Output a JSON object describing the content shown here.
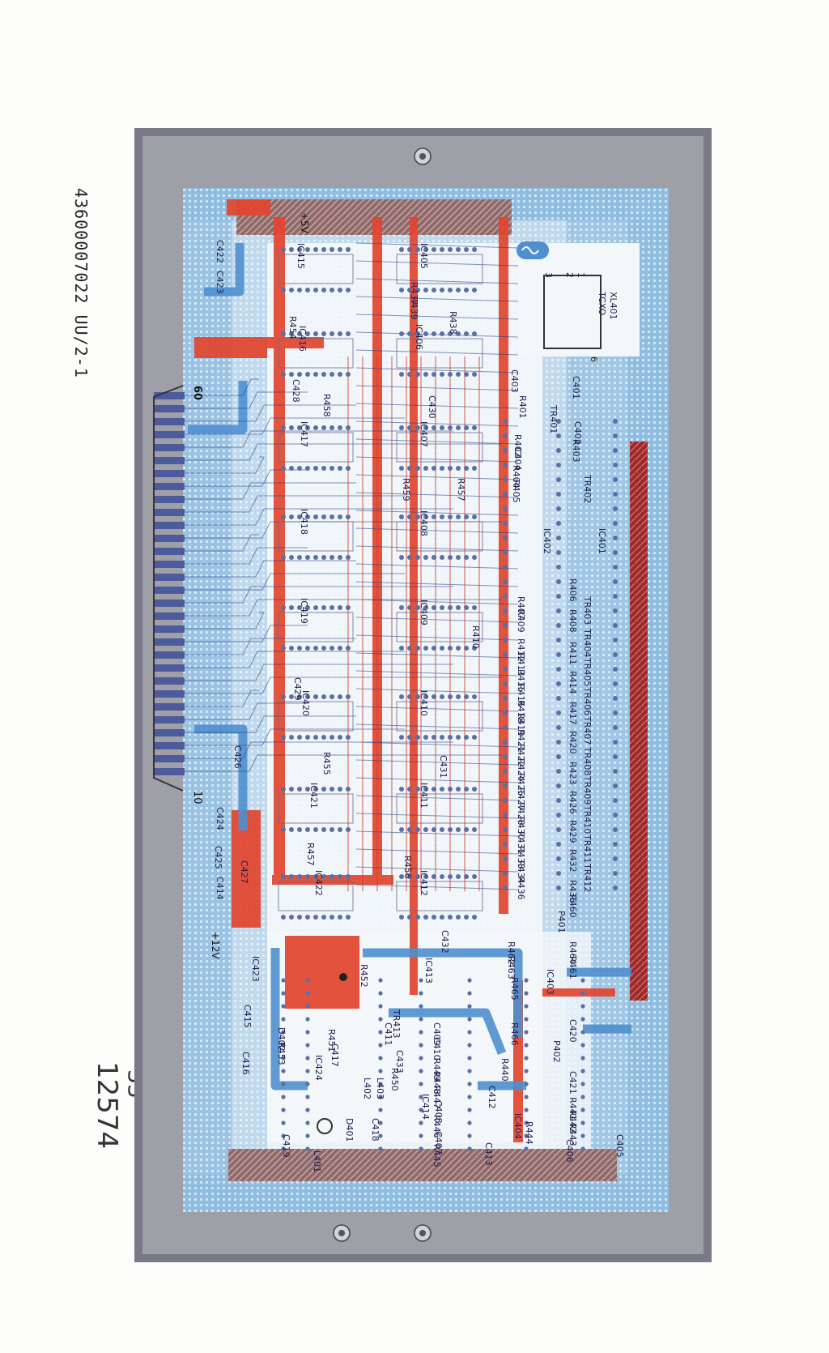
{
  "page": {
    "doc_code": "43600007022 UU/2-1",
    "page_number": "33",
    "catalog_number": "12574"
  },
  "colors": {
    "frame": "#7a7a86",
    "board_edge": "#a9a9b2",
    "mesh_blue": "#86b6dc",
    "copper_red": "#e2452e",
    "trace_blue": "#4f8fd0",
    "silk": "#6a6a8a",
    "pad": "#5b6fa3",
    "hatch": "#8a5a5a"
  },
  "board": {
    "rails": [
      "+5V",
      "+12V"
    ],
    "tcxo_pins": [
      "1",
      "2",
      "3",
      "6"
    ],
    "connector_labels": [
      "60",
      "10"
    ],
    "rotated_labels": [
      {
        "id": "ic415",
        "text": "IC415"
      },
      {
        "id": "ic405",
        "text": "IC405"
      },
      {
        "id": "c422",
        "text": "C422"
      },
      {
        "id": "c423",
        "text": "C423"
      },
      {
        "id": "r437",
        "text": "R437"
      },
      {
        "id": "r439",
        "text": "R439"
      },
      {
        "id": "r438",
        "text": "R438"
      },
      {
        "id": "ic406",
        "text": "IC406"
      },
      {
        "id": "r454",
        "text": "R454"
      },
      {
        "id": "ic416",
        "text": "IC416"
      },
      {
        "id": "xl401",
        "text": "XL401"
      },
      {
        "id": "tcxo",
        "text": "TCXO"
      },
      {
        "id": "c428",
        "text": "C428"
      },
      {
        "id": "r458",
        "text": "R458"
      },
      {
        "id": "c430",
        "text": "C430"
      },
      {
        "id": "c403",
        "text": "C403"
      },
      {
        "id": "c401",
        "text": "C401"
      },
      {
        "id": "tr401",
        "text": "TR401"
      },
      {
        "id": "r401",
        "text": "R401"
      },
      {
        "id": "ic417",
        "text": "IC417"
      },
      {
        "id": "ic407",
        "text": "IC407"
      },
      {
        "id": "c402",
        "text": "C402"
      },
      {
        "id": "r403",
        "text": "R403"
      },
      {
        "id": "r402",
        "text": "R402"
      },
      {
        "id": "c404",
        "text": "C404"
      },
      {
        "id": "r404",
        "text": "R404"
      },
      {
        "id": "r405",
        "text": "R405"
      },
      {
        "id": "tr402",
        "text": "TR402"
      },
      {
        "id": "r459",
        "text": "R459"
      },
      {
        "id": "r457b",
        "text": "R457"
      },
      {
        "id": "ic418",
        "text": "IC418"
      },
      {
        "id": "ic408",
        "text": "IC408"
      },
      {
        "id": "ic402",
        "text": "IC402"
      },
      {
        "id": "ic401",
        "text": "IC401"
      },
      {
        "id": "r406",
        "text": "R406"
      },
      {
        "id": "ic419",
        "text": "IC419"
      },
      {
        "id": "ic409",
        "text": "IC409"
      },
      {
        "id": "r407",
        "text": "R407"
      },
      {
        "id": "r409",
        "text": "R409"
      },
      {
        "id": "tr403",
        "text": "TR403"
      },
      {
        "id": "r408",
        "text": "R408"
      },
      {
        "id": "r410",
        "text": "R410"
      },
      {
        "id": "r412",
        "text": "R412"
      },
      {
        "id": "tr404",
        "text": "TR404"
      },
      {
        "id": "r411",
        "text": "R411"
      },
      {
        "id": "r413",
        "text": "R413"
      },
      {
        "id": "tr405",
        "text": "TR405"
      },
      {
        "id": "r415",
        "text": "R415"
      },
      {
        "id": "r414",
        "text": "R414"
      },
      {
        "id": "c429",
        "text": "C429"
      },
      {
        "id": "r416",
        "text": "R416"
      },
      {
        "id": "tr406",
        "text": "TR406"
      },
      {
        "id": "ic420",
        "text": "IC420"
      },
      {
        "id": "ic410",
        "text": "IC410"
      },
      {
        "id": "r418",
        "text": "R418"
      },
      {
        "id": "r417",
        "text": "R417"
      },
      {
        "id": "r419",
        "text": "R419"
      },
      {
        "id": "tr407",
        "text": "TR407"
      },
      {
        "id": "r421",
        "text": "R421"
      },
      {
        "id": "r420",
        "text": "R420"
      },
      {
        "id": "c426",
        "text": "C426"
      },
      {
        "id": "r455",
        "text": "R455"
      },
      {
        "id": "r422",
        "text": "R422"
      },
      {
        "id": "tr408",
        "text": "TR408"
      },
      {
        "id": "c431",
        "text": "C431"
      },
      {
        "id": "r424",
        "text": "R424"
      },
      {
        "id": "r423",
        "text": "R423"
      },
      {
        "id": "r425",
        "text": "R425"
      },
      {
        "id": "tr409",
        "text": "TR409"
      },
      {
        "id": "ic421",
        "text": "IC421"
      },
      {
        "id": "ic411",
        "text": "IC411"
      },
      {
        "id": "r427",
        "text": "R427"
      },
      {
        "id": "r426",
        "text": "R426"
      },
      {
        "id": "r428",
        "text": "R428"
      },
      {
        "id": "tr410",
        "text": "TR410"
      },
      {
        "id": "c424",
        "text": "C424"
      },
      {
        "id": "r430",
        "text": "R430"
      },
      {
        "id": "r429",
        "text": "R429"
      },
      {
        "id": "r431",
        "text": "R431"
      },
      {
        "id": "tr411",
        "text": "TR411"
      },
      {
        "id": "r457",
        "text": "R457"
      },
      {
        "id": "r433",
        "text": "R433"
      },
      {
        "id": "r432",
        "text": "R432"
      },
      {
        "id": "c425",
        "text": "C425"
      },
      {
        "id": "r456",
        "text": "R456"
      },
      {
        "id": "c427",
        "text": "C427"
      },
      {
        "id": "ic422",
        "text": "IC422"
      },
      {
        "id": "ic412",
        "text": "IC412"
      },
      {
        "id": "r434",
        "text": "R434"
      },
      {
        "id": "tr412",
        "text": "TR412"
      },
      {
        "id": "c414",
        "text": "C414"
      },
      {
        "id": "r436",
        "text": "R436"
      },
      {
        "id": "r435",
        "text": "R435"
      },
      {
        "id": "r460",
        "text": "R460"
      },
      {
        "id": "p401",
        "text": "P401"
      },
      {
        "id": "c432",
        "text": "C432"
      },
      {
        "id": "r462",
        "text": "R462"
      },
      {
        "id": "r464",
        "text": "R464"
      },
      {
        "id": "r463",
        "text": "R463"
      },
      {
        "id": "r461",
        "text": "R461"
      },
      {
        "id": "ic423",
        "text": "IC423"
      },
      {
        "id": "ic413",
        "text": "IC413"
      },
      {
        "id": "ic403",
        "text": "IC403"
      },
      {
        "id": "r452",
        "text": "R452"
      },
      {
        "id": "r465",
        "text": "R465"
      },
      {
        "id": "c415",
        "text": "C415"
      },
      {
        "id": "tr413",
        "text": "TR413"
      },
      {
        "id": "c411",
        "text": "C411"
      },
      {
        "id": "c409",
        "text": "C409"
      },
      {
        "id": "r466",
        "text": "R466"
      },
      {
        "id": "c420",
        "text": "C420"
      },
      {
        "id": "d402",
        "text": "D402"
      },
      {
        "id": "r451",
        "text": "R451"
      },
      {
        "id": "c410",
        "text": "C410"
      },
      {
        "id": "r453",
        "text": "R453"
      },
      {
        "id": "c417",
        "text": "C417"
      },
      {
        "id": "c433",
        "text": "C433"
      },
      {
        "id": "p402",
        "text": "P402"
      },
      {
        "id": "c416",
        "text": "C416"
      },
      {
        "id": "ic424",
        "text": "IC424"
      },
      {
        "id": "r449",
        "text": "R449"
      },
      {
        "id": "r440",
        "text": "R440"
      },
      {
        "id": "r450",
        "text": "R450"
      },
      {
        "id": "r448",
        "text": "R448"
      },
      {
        "id": "c421",
        "text": "C421"
      },
      {
        "id": "l402",
        "text": "L402"
      },
      {
        "id": "l403",
        "text": "L403"
      },
      {
        "id": "r447",
        "text": "R447"
      },
      {
        "id": "c412",
        "text": "C412"
      },
      {
        "id": "r441",
        "text": "R441"
      },
      {
        "id": "c408",
        "text": "C408"
      },
      {
        "id": "ic414",
        "text": "IC414"
      },
      {
        "id": "r442",
        "text": "R442"
      },
      {
        "id": "r446",
        "text": "R446"
      },
      {
        "id": "ic404",
        "text": "IC404"
      },
      {
        "id": "r443",
        "text": "R443"
      },
      {
        "id": "d401",
        "text": "D401"
      },
      {
        "id": "c418",
        "text": "C418"
      },
      {
        "id": "c407",
        "text": "C407"
      },
      {
        "id": "r444",
        "text": "R444"
      },
      {
        "id": "c406",
        "text": "C406"
      },
      {
        "id": "c405",
        "text": "C405"
      },
      {
        "id": "r445",
        "text": "R445"
      },
      {
        "id": "c413",
        "text": "C413"
      },
      {
        "id": "c419",
        "text": "C419"
      },
      {
        "id": "l401",
        "text": "L401"
      }
    ]
  }
}
